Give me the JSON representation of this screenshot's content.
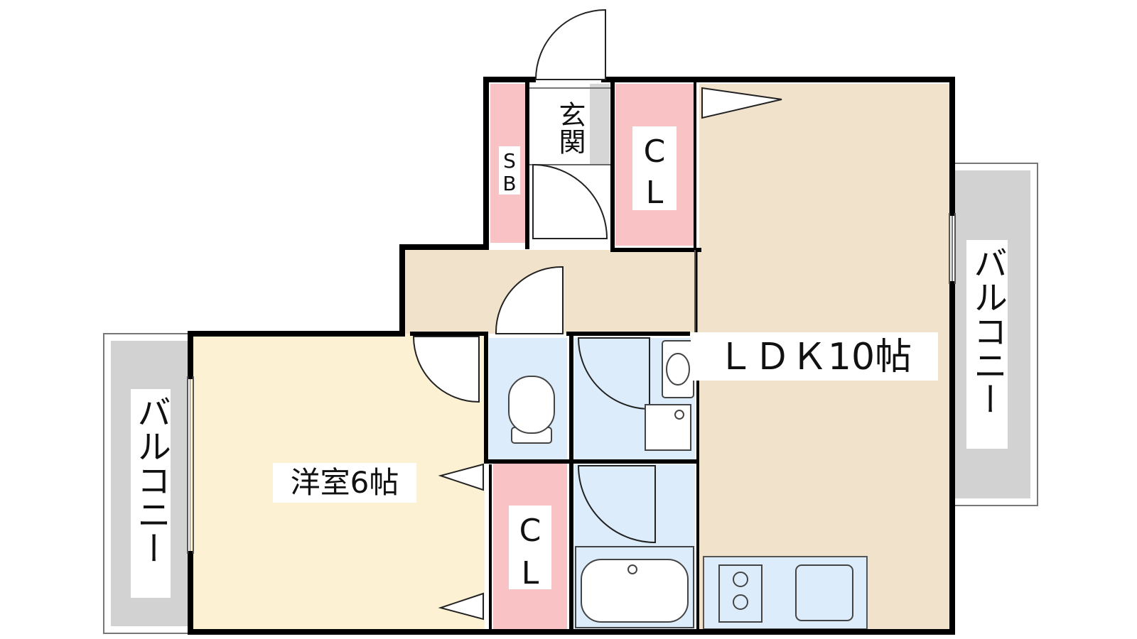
{
  "rooms": {
    "entrance": {
      "label": "玄関"
    },
    "shoe_box": {
      "label_line1": "S",
      "label_line2": "B"
    },
    "closet_top": {
      "label_line1": "C",
      "label_line2": "L"
    },
    "closet_bottom": {
      "label_line1": "C",
      "label_line2": "L"
    },
    "ldk": {
      "label": "ＬＤＫ10帖"
    },
    "western_room": {
      "label": "洋室6帖"
    },
    "balcony_left": {
      "label": "バルコニー"
    },
    "balcony_right": {
      "label": "バルコニー"
    }
  },
  "colors": {
    "wall": "#000000",
    "ldk_floor": "#f1e2cc",
    "hall_floor": "#f1e2cc",
    "western_floor": "#fdf1d4",
    "closet": "#f9c3c6",
    "wet_area": "#dcecfb",
    "balcony": "#d2d2d2",
    "entrance_floor": "#ffffff",
    "label_box": "#ffffff"
  }
}
